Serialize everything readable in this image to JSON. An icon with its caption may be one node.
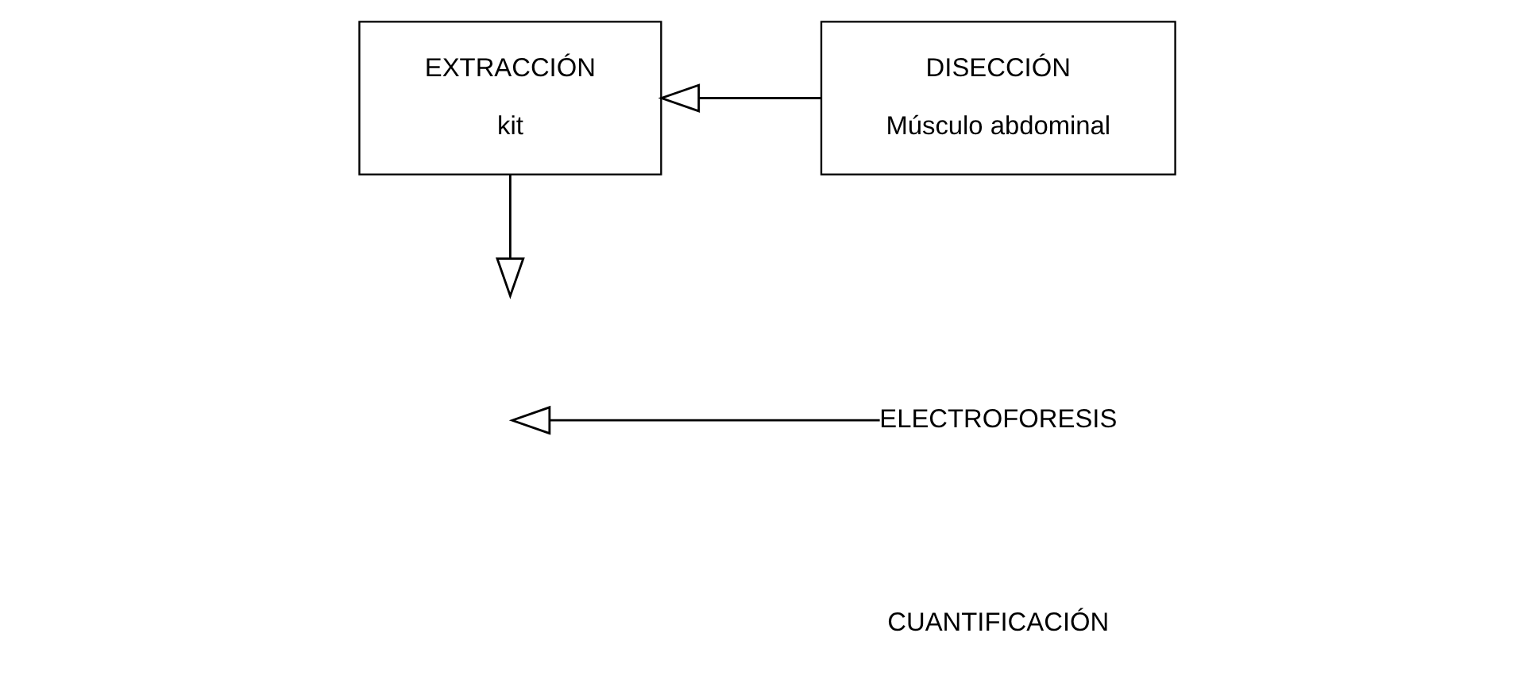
{
  "diagram": {
    "nodes": [
      {
        "text": [
          "EXTRACCIÓN",
          "kit"
        ]
      },
      {
        "text": [
          "DISECCIÓN",
          "Músculo abdominal"
        ]
      },
      {
        "text": [
          "ELECTROFORESIS"
        ]
      }
    ],
    "edges": [
      {
        "from": 1,
        "to": 0,
        "arrow": "to"
      },
      {
        "from": 0,
        "to": null,
        "arrow": "to"
      },
      {
        "from": 2,
        "to": null,
        "arrow": "to"
      }
    ],
    "labels": [
      "CUANTIFICACIÓN"
    ]
  }
}
